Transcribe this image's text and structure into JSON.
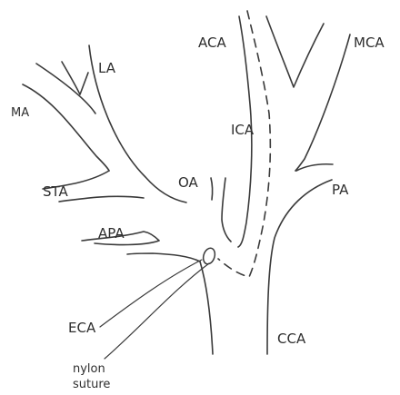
{
  "labels": {
    "aca": "ACA",
    "mca": "MCA",
    "la": "LA",
    "ma": "MA",
    "ica": "ICA",
    "oa": "OA",
    "sta": "STA",
    "pa": "PA",
    "apa": "APA",
    "eca": "ECA",
    "cca": "CCA",
    "suture_line1": "nylon",
    "suture_line2": "suture"
  }
}
